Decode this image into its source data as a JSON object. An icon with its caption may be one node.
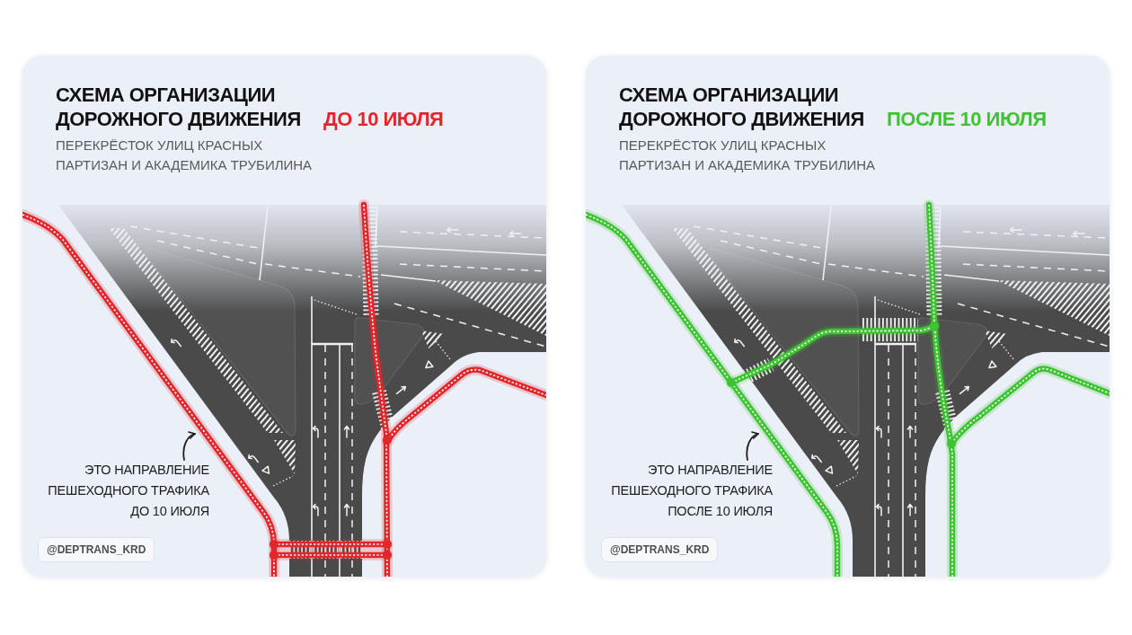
{
  "diagram": {
    "nodes": [
      {
        "text": [
          "СХЕМА ОРГАНИЗАЦИИ ДОРОЖНОГО ДВИЖЕНИЯ",
          "ДО 10 ИЮЛЯ",
          "ПЕРЕКРЁСТОК УЛИЦ КРАСНЫХ ПАРТИЗАН И АКАДЕМИКА ТРУБИЛИНА"
        ]
      },
      {
        "text": [
          "ЭТО НАПРАВЛЕНИЕ ПЕШЕХОДНОГО ТРАФИКА ДО 10 ИЮЛЯ"
        ],
        "in": 0
      },
      {
        "text": [
          "@DEPTRANS_KRD"
        ],
        "in": 0
      },
      {
        "text": [
          "СХЕМА ОРГАНИЗАЦИИ ДОРОЖНОГО ДВИЖЕНИЯ",
          "ПОСЛЕ 10 ИЮЛЯ",
          "ПЕРЕКРЁСТОК УЛИЦ КРАСНЫХ ПАРТИЗАН И АКАДЕМИКА ТРУБИЛИНА"
        ]
      },
      {
        "text": [
          "ЭТО НАПРАВЛЕНИЕ ПЕШЕХОДНОГО ТРАФИКА ПОСЛЕ 10 ИЮЛЯ"
        ],
        "in": 3
      },
      {
        "text": [
          "@DEPTRANS_KRD"
        ],
        "in": 3
      }
    ],
    "edges": [
      {
        "from": 1,
        "to": null,
        "arrow": "to"
      },
      {
        "from": 4,
        "to": null,
        "arrow": "to"
      }
    ]
  }
}
